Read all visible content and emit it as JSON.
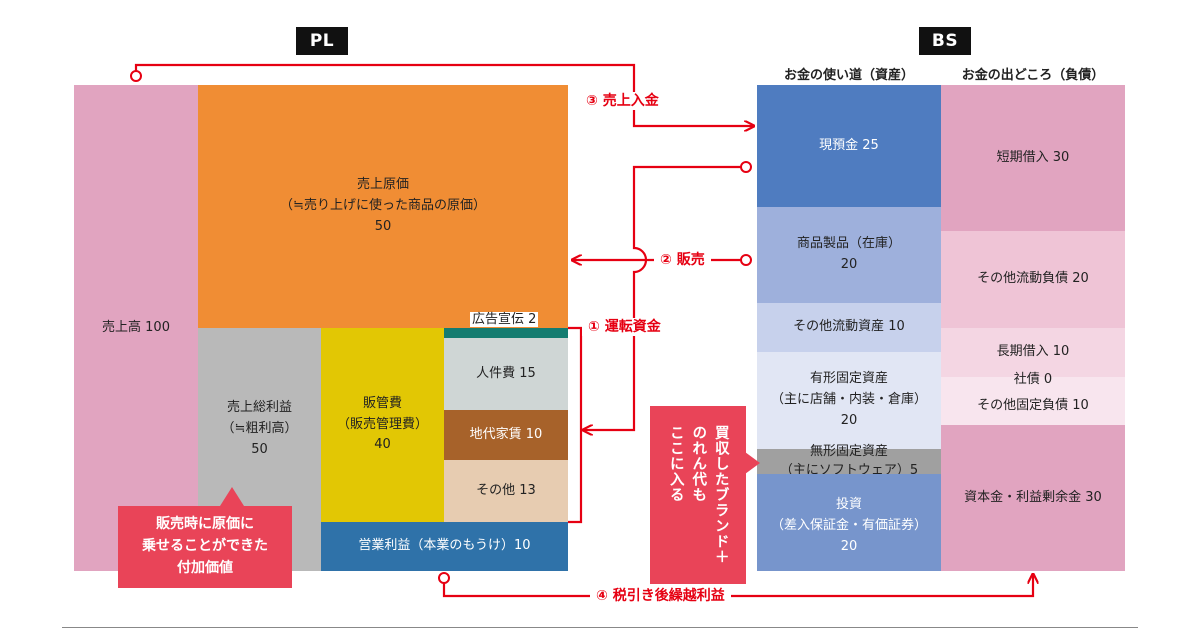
{
  "pl": {
    "badge": "PL",
    "sales": {
      "label": "売上高 100"
    },
    "cogs": {
      "lines": [
        "売上原価",
        "（≒売り上げに使った商品の原価）",
        "50"
      ]
    },
    "gross_profit": {
      "lines": [
        "売上総利益",
        "（≒粗利高）",
        "50"
      ]
    },
    "sga": {
      "lines": [
        "販管費",
        "（販売管理費）",
        "40"
      ]
    },
    "ad": {
      "label": "広告宣伝 2"
    },
    "personnel": {
      "label": "人件費 15"
    },
    "rent": {
      "label": "地代家賃 10"
    },
    "other": {
      "label": "その他 13"
    },
    "operating_profit": {
      "label": "営業利益（本業のもうけ）10"
    },
    "callout": {
      "lines": [
        "販売時に原価に",
        "乗せることができた",
        "付加価値"
      ]
    }
  },
  "bs": {
    "badge": "BS",
    "assets_header": "お金の使い道（資産）",
    "liabilities_header": "お金の出どころ（負債）",
    "cash": {
      "label": "現預金 25"
    },
    "inventory": {
      "lines": [
        "商品製品（在庫）",
        "20"
      ]
    },
    "other_current_assets": {
      "label": "その他流動資産 10"
    },
    "tangible": {
      "lines": [
        "有形固定資産",
        "（主に店舗・内装・倉庫）",
        "20"
      ]
    },
    "intangible": {
      "lines": [
        "無形固定資産",
        "（主にソフトウェア）5"
      ]
    },
    "investment": {
      "lines": [
        "投資",
        "（差入保証金・有価証券）",
        "20"
      ]
    },
    "short_term_debt": {
      "label": "短期借入 30"
    },
    "other_current_liab": {
      "label": "その他流動負債 20"
    },
    "long_term_debt": {
      "label": "長期借入 10"
    },
    "bonds": {
      "label": "社債 0"
    },
    "other_fixed_liab": {
      "label": "その他固定負債 10"
    },
    "equity": {
      "label": "資本金・利益剰余金 30"
    },
    "callout": {
      "lines": [
        "買収したブランド＋",
        "のれん代も",
        "ここに入る"
      ]
    }
  },
  "flows": {
    "deposit": "③ 売上入金",
    "sales": "② 販売",
    "working_capital": "① 運転資金",
    "retained": "④ 税引き後繰越利益"
  },
  "colors": {
    "pink": "#e1a4c0",
    "orange": "#f08d34",
    "gray": "#b9b9b9",
    "yellow": "#e2c704",
    "teal": "#147c70",
    "light_gray": "#cfd6d5",
    "brown": "#a7622a",
    "beige": "#e7ccb1",
    "blue": "#2f72a9",
    "accent_red": "#e60012",
    "callout_red": "#e94458"
  }
}
